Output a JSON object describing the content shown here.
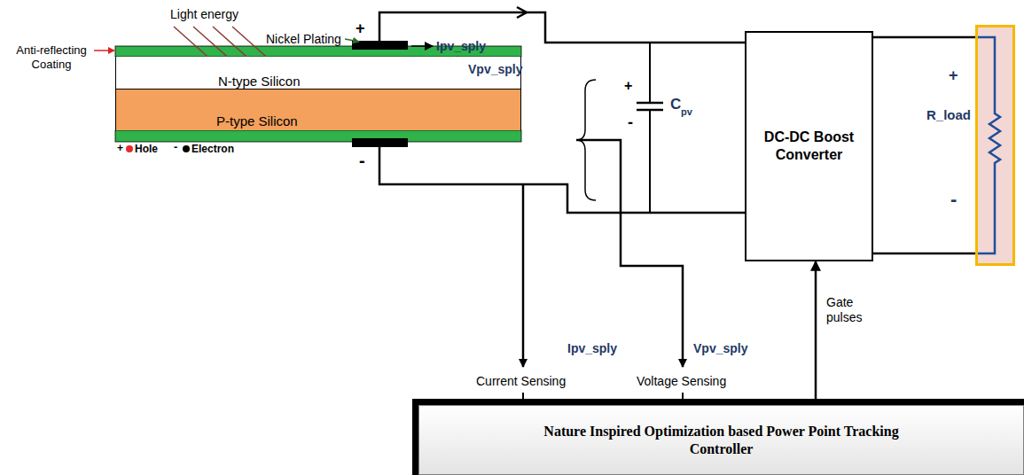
{
  "diagram": {
    "nodes": [
      {
        "text": [
          "N-type Silicon"
        ]
      },
      {
        "text": [
          "P-type Silicon"
        ]
      },
      {
        "text": [
          "DC-DC Boost Converter"
        ]
      },
      {
        "text": [
          "R_load"
        ]
      },
      {
        "text": [
          "Nature Inspired Optimization based Power Point Tracking Controller"
        ]
      }
    ],
    "edges": [
      {
        "from": 4,
        "to": 2,
        "arrow": "to",
        "label": "Gate pulses"
      },
      {
        "from": 2,
        "to": 3,
        "arrow": "none"
      },
      {
        "from": 2,
        "to": 3,
        "arrow": "none"
      }
    ],
    "labels": [
      "Light energy",
      "Nickel Plating",
      "Anti-reflecting Coating",
      "+",
      "Ipv_sply",
      "Vpv_sply",
      "+",
      "C",
      "pv",
      "-",
      "-",
      "+",
      "-",
      "+",
      "-",
      "Ipv_sply",
      "Current Sensing",
      "Vpv_sply",
      "Voltage Sensing"
    ],
    "legend": [
      {
        "text": "Hole",
        "color": "#e8282b"
      },
      {
        "text": "Electron",
        "color": "#000000"
      }
    ]
  }
}
